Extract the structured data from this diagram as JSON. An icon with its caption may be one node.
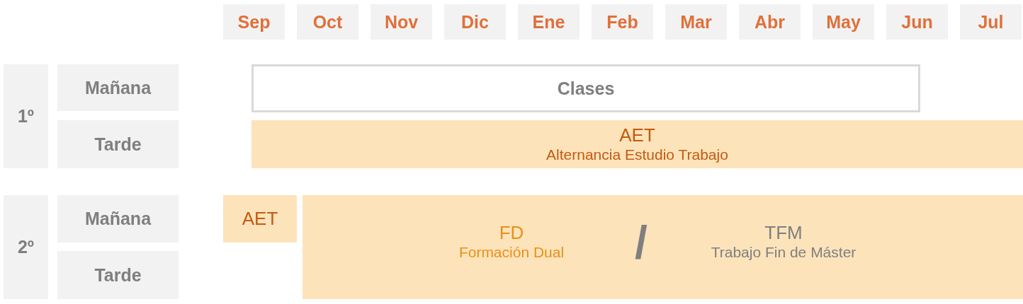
{
  "diagram": {
    "nodes": [
      {
        "text": [
          "Sep"
        ]
      },
      {
        "text": [
          "Oct"
        ]
      },
      {
        "text": [
          "Nov"
        ]
      },
      {
        "text": [
          "Dic"
        ]
      },
      {
        "text": [
          "Ene"
        ]
      },
      {
        "text": [
          "Feb"
        ]
      },
      {
        "text": [
          "Mar"
        ]
      },
      {
        "text": [
          "Abr"
        ]
      },
      {
        "text": [
          "May"
        ]
      },
      {
        "text": [
          "Jun"
        ]
      },
      {
        "text": [
          "Jul"
        ]
      },
      {
        "text": [
          "1º"
        ]
      },
      {
        "text": [
          "Mañana"
        ]
      },
      {
        "text": [
          "Clases"
        ]
      },
      {
        "text": [
          "Tarde"
        ]
      },
      {
        "text": [
          "AET",
          "Alternancia Estudio Trabajo"
        ]
      },
      {
        "text": [
          "2º"
        ]
      },
      {
        "text": [
          "Mañana"
        ]
      },
      {
        "text": [
          "AET"
        ]
      },
      {
        "text": [
          "Tarde"
        ]
      },
      {
        "text": [
          "FD",
          "Formación Dual",
          "/",
          "TFM",
          "Trabajo Fin de Máster"
        ]
      }
    ]
  }
}
